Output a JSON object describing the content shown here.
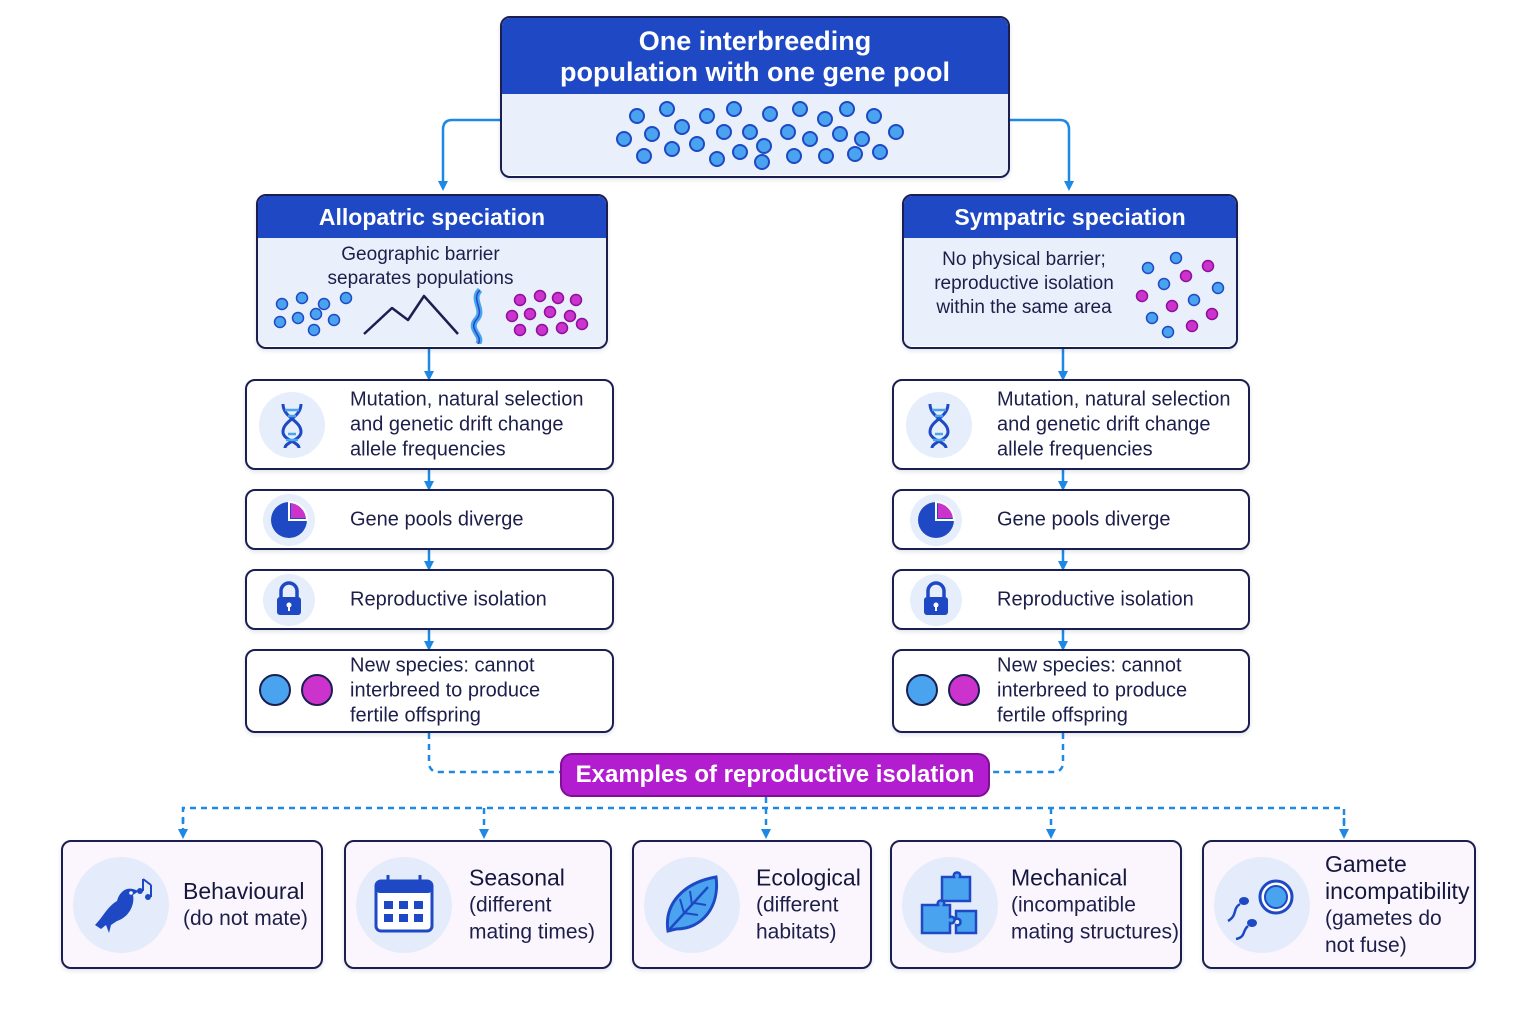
{
  "top": {
    "title_line1": "One interbreeding",
    "title_line2": "population with one gene pool"
  },
  "allopatric": {
    "title": "Allopatric speciation",
    "desc_line1": "Geographic barrier",
    "desc_line2": "separates populations"
  },
  "sympatric": {
    "title": "Sympatric speciation",
    "desc_line1": "No physical barrier;",
    "desc_line2": "reproductive isolation",
    "desc_line3": "within the same area"
  },
  "steps": {
    "mutation_line1": "Mutation, natural selection",
    "mutation_line2": "and genetic drift change",
    "mutation_line3": "allele frequencies",
    "diverge": "Gene pools diverge",
    "isolation": "Reproductive isolation",
    "newspecies_line1": "New species: cannot",
    "newspecies_line2": "interbreed to produce",
    "newspecies_line3": "fertile offspring"
  },
  "examples_label": "Examples of reproductive isolation",
  "examples": {
    "behavioural": {
      "title": "Behavioural",
      "line1": "(do not mate)"
    },
    "seasonal": {
      "title": "Seasonal",
      "line1": "(different",
      "line2": "mating times)"
    },
    "ecological": {
      "title": "Ecological",
      "line1": "(different",
      "line2": "habitats)"
    },
    "mechanical": {
      "title": "Mechanical",
      "line1": "(incompatible",
      "line2": "mating structures)"
    },
    "gamete": {
      "title_line1": "Gamete",
      "title_line2": "incompatibility",
      "line1": "(gametes do",
      "line2": "not fuse)"
    }
  },
  "colors": {
    "header_blue": "#1f49c4",
    "arrow_blue": "#1e88e5",
    "species_blue": "#4aa3ee",
    "species_purple": "#b21ecf",
    "examples_purple": "#b21ecf"
  },
  "icons": {
    "mutation": "dna-icon",
    "diverge": "pie-chart-icon",
    "isolation": "lock-icon",
    "new_species": "two-circles-icon",
    "barrier": "mountain-river-icon",
    "behavioural": "bird-icon",
    "seasonal": "calendar-icon",
    "ecological": "leaf-icon",
    "mechanical": "puzzle-icon",
    "gamete": "sperm-egg-icon"
  }
}
